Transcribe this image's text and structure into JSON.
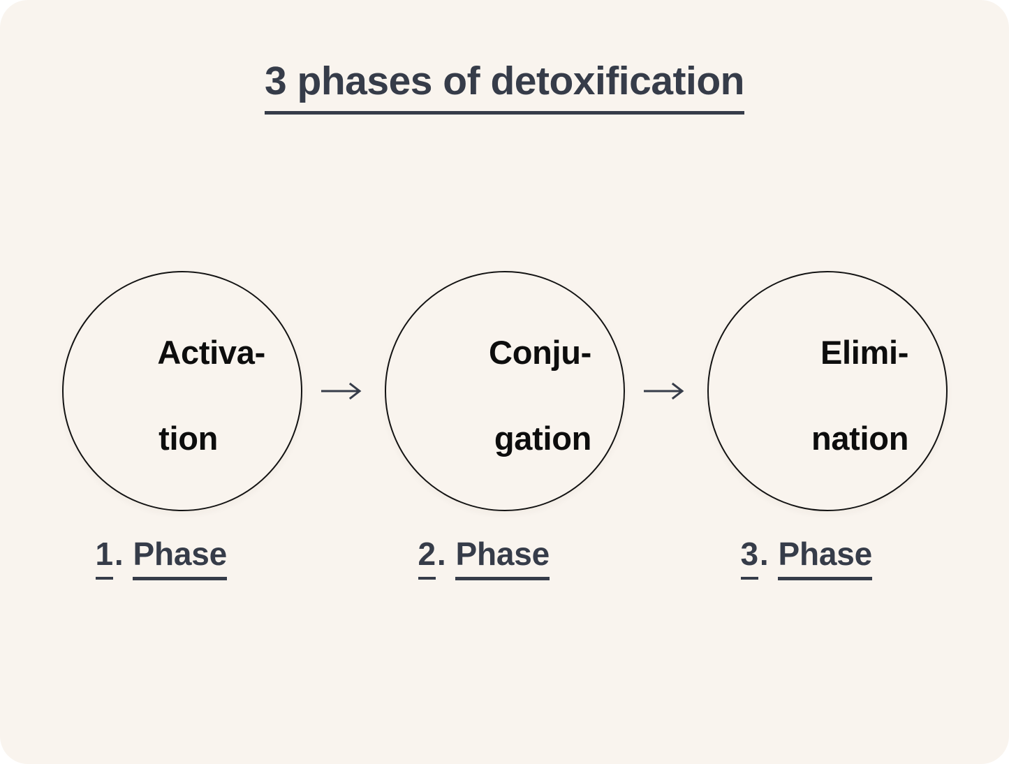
{
  "theme": {
    "background": "#F9F4EE",
    "title_color": "#363C49",
    "node_text_color": "#0D0D0D",
    "node_stroke_color": "#121212",
    "caption_color": "#363C49",
    "arrow_color": "#363C49"
  },
  "header": {
    "title": "3 phases of detoxification"
  },
  "diagram": {
    "arrow_glyph": "→",
    "nodes": [
      {
        "name": "activation",
        "line1": "Activa-",
        "line2": "tion",
        "label_full": "Activation",
        "align": "left"
      },
      {
        "name": "conjugation",
        "line1": "Conju-",
        "line2": "gation",
        "label_full": "Conjugation",
        "align": "right"
      },
      {
        "name": "elimination",
        "line1": "Elimi-",
        "line2": "nation",
        "label_full": "Elimination",
        "align": "right"
      }
    ],
    "captions": [
      {
        "number": "1",
        "dot": ".",
        "word": "Phase",
        "full": "1. Phase"
      },
      {
        "number": "2",
        "dot": ".",
        "word": "Phase",
        "full": "2. Phase"
      },
      {
        "number": "3",
        "dot": ".",
        "word": "Phase",
        "full": "3. Phase"
      }
    ]
  }
}
